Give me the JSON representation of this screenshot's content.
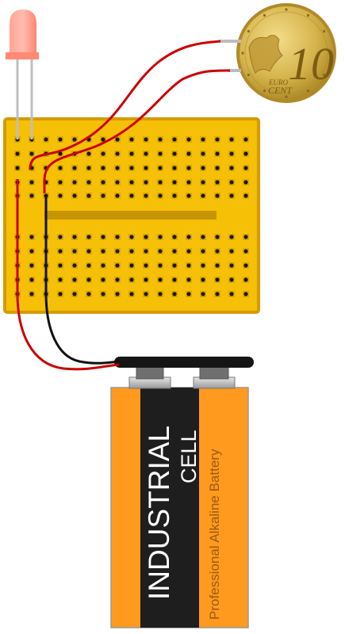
{
  "coin": {
    "value": "10",
    "currency_top": "EURO",
    "currency_bottom": "CENT"
  },
  "battery": {
    "brand_line1": "INDUSTRIAL",
    "brand_line2": "CELL",
    "subtitle": "Professional Alkaline Battery"
  },
  "colors": {
    "led": "#ff7f6a",
    "breadboard": "#f5c006",
    "breadboard_border": "#d79b00",
    "wire_red": "#cc0000",
    "wire_black": "#111111",
    "battery_orange": "#ff9a1f",
    "battery_black": "#1e1e1e",
    "coin_gold": "#c9a53a"
  },
  "icons": [
    "led-icon",
    "coin-icon",
    "battery-icon",
    "breadboard-icon"
  ]
}
